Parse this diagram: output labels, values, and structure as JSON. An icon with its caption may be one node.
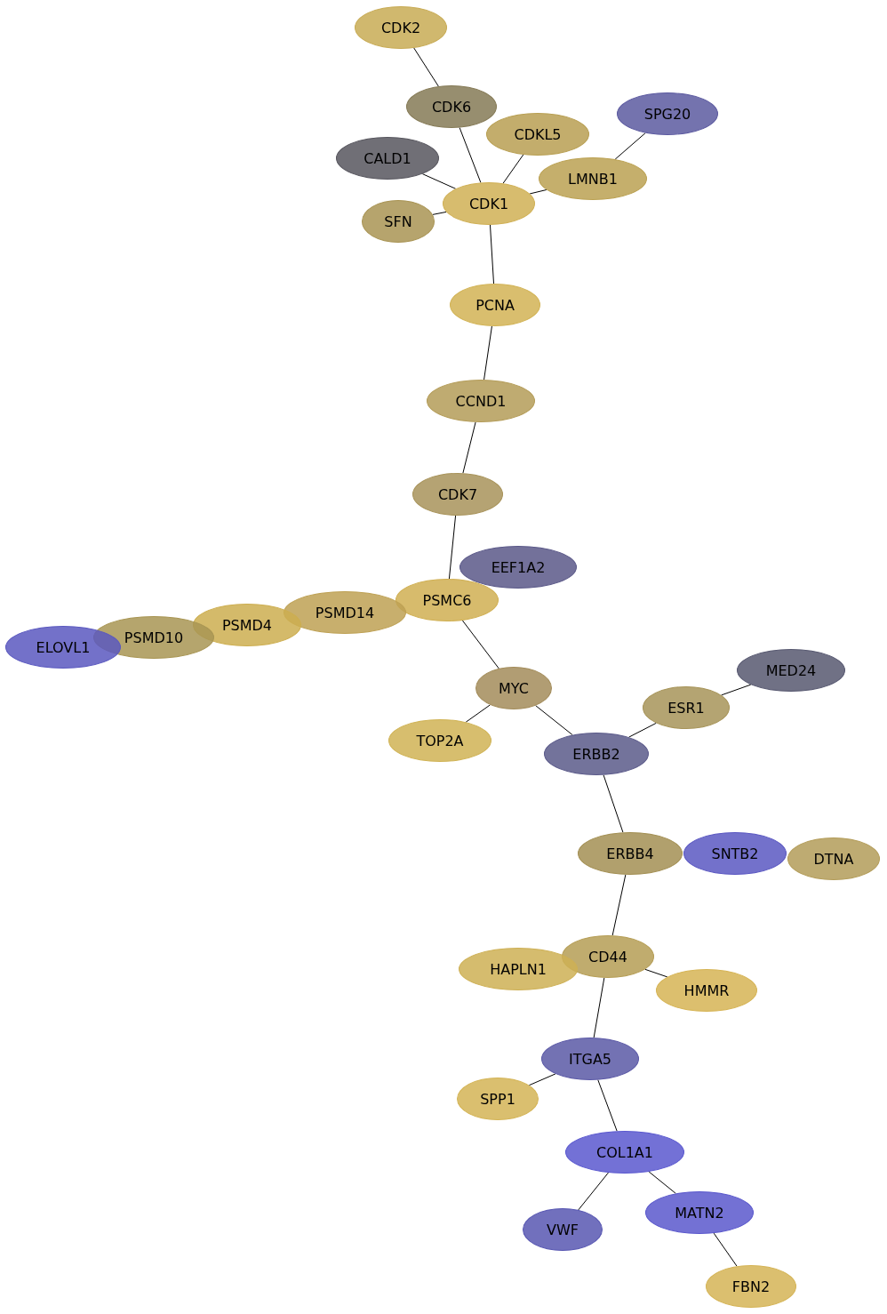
{
  "diagram": {
    "nodes": [
      {
        "text": [
          "CDK2"
        ]
      },
      {
        "text": [
          "CDK6"
        ]
      },
      {
        "text": [
          "CDKL5"
        ]
      },
      {
        "text": [
          "SPG20"
        ]
      },
      {
        "text": [
          "CALD1"
        ]
      },
      {
        "text": [
          "LMNB1"
        ]
      },
      {
        "text": [
          "CDK1"
        ]
      },
      {
        "text": [
          "SFN"
        ]
      },
      {
        "text": [
          "PCNA"
        ]
      },
      {
        "text": [
          "CCND1"
        ]
      },
      {
        "text": [
          "CDK7"
        ]
      },
      {
        "text": [
          "EEF1A2"
        ]
      },
      {
        "text": [
          "PSMC6"
        ]
      },
      {
        "text": [
          "PSMD14"
        ]
      },
      {
        "text": [
          "PSMD4"
        ]
      },
      {
        "text": [
          "PSMD10"
        ]
      },
      {
        "text": [
          "ELOVL1"
        ]
      },
      {
        "text": [
          "MED24"
        ]
      },
      {
        "text": [
          "MYC"
        ]
      },
      {
        "text": [
          "ESR1"
        ]
      },
      {
        "text": [
          "TOP2A"
        ]
      },
      {
        "text": [
          "ERBB2"
        ]
      },
      {
        "text": [
          "ERBB4"
        ]
      },
      {
        "text": [
          "SNTB2"
        ]
      },
      {
        "text": [
          "DTNA"
        ]
      },
      {
        "text": [
          "CD44"
        ]
      },
      {
        "text": [
          "HAPLN1"
        ]
      },
      {
        "text": [
          "HMMR"
        ]
      },
      {
        "text": [
          "ITGA5"
        ]
      },
      {
        "text": [
          "SPP1"
        ]
      },
      {
        "text": [
          "COL1A1"
        ]
      },
      {
        "text": [
          "VWF"
        ]
      },
      {
        "text": [
          "MATN2"
        ]
      },
      {
        "text": [
          "FBN2"
        ]
      }
    ],
    "edges": [
      {
        "from": 0,
        "to": 1,
        "arrow": "none"
      },
      {
        "from": 1,
        "to": 6,
        "arrow": "none"
      },
      {
        "from": 2,
        "to": 6,
        "arrow": "none"
      },
      {
        "from": 3,
        "to": 5,
        "arrow": "none"
      },
      {
        "from": 4,
        "to": 6,
        "arrow": "none"
      },
      {
        "from": 5,
        "to": 6,
        "arrow": "none"
      },
      {
        "from": 7,
        "to": 6,
        "arrow": "none"
      },
      {
        "from": 6,
        "to": 8,
        "arrow": "none"
      },
      {
        "from": 8,
        "to": 9,
        "arrow": "none"
      },
      {
        "from": 9,
        "to": 10,
        "arrow": "none"
      },
      {
        "from": 10,
        "to": 12,
        "arrow": "none"
      },
      {
        "from": 12,
        "to": 18,
        "arrow": "none"
      },
      {
        "from": 18,
        "to": 20,
        "arrow": "none"
      },
      {
        "from": 18,
        "to": 21,
        "arrow": "none"
      },
      {
        "from": 21,
        "to": 19,
        "arrow": "none"
      },
      {
        "from": 19,
        "to": 17,
        "arrow": "none"
      },
      {
        "from": 21,
        "to": 22,
        "arrow": "none"
      },
      {
        "from": 22,
        "to": 25,
        "arrow": "none"
      },
      {
        "from": 25,
        "to": 27,
        "arrow": "none"
      },
      {
        "from": 25,
        "to": 28,
        "arrow": "none"
      },
      {
        "from": 28,
        "to": 29,
        "arrow": "none"
      },
      {
        "from": 28,
        "to": 30,
        "arrow": "none"
      },
      {
        "from": 30,
        "to": 31,
        "arrow": "none"
      },
      {
        "from": 30,
        "to": 32,
        "arrow": "none"
      },
      {
        "from": 32,
        "to": 33,
        "arrow": "none"
      }
    ]
  }
}
